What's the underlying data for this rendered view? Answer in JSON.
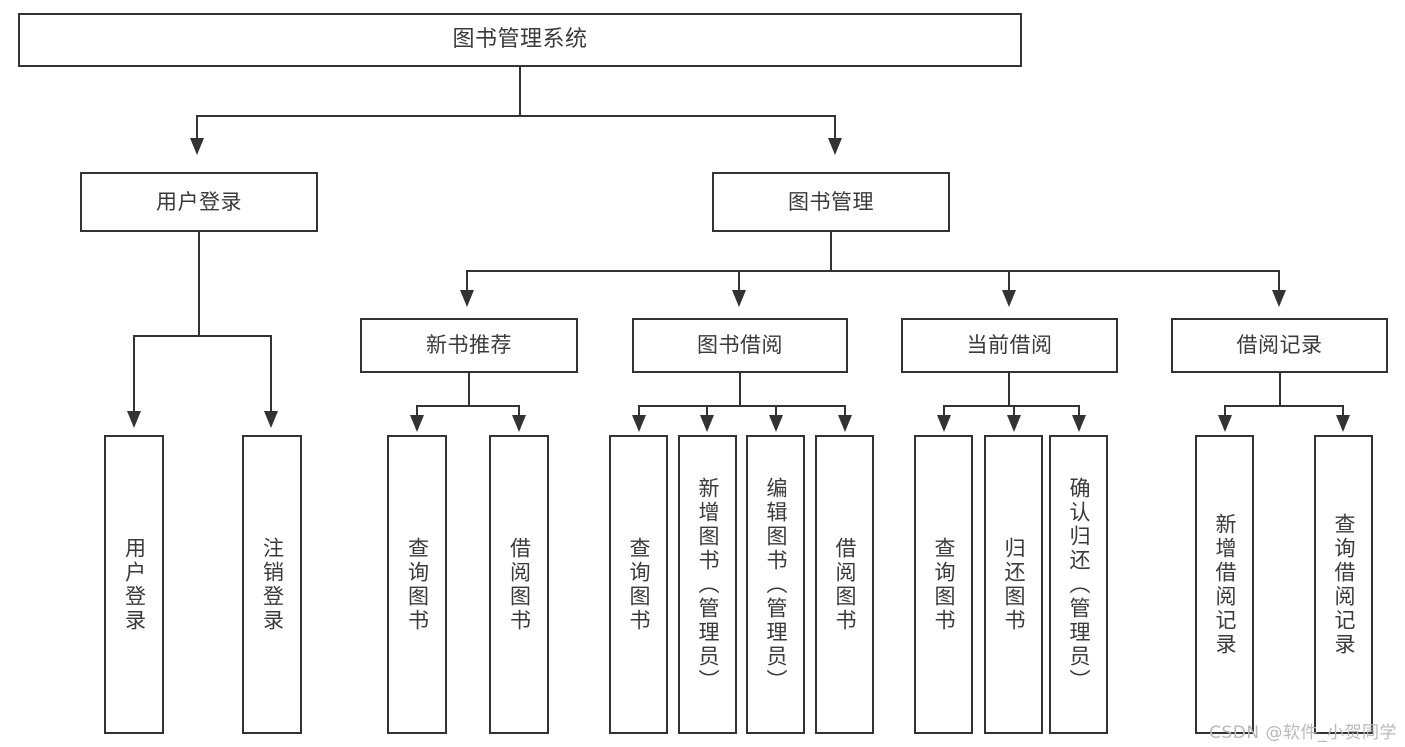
{
  "diagram": {
    "title": "图书管理系统",
    "type": "tree",
    "watermark": "CSDN @软件_小贺同学"
  },
  "root": {
    "label": "图书管理系统"
  },
  "level2": [
    {
      "label": "用户登录"
    },
    {
      "label": "图书管理"
    }
  ],
  "level3": [
    {
      "label": "新书推荐"
    },
    {
      "label": "图书借阅"
    },
    {
      "label": "当前借阅"
    },
    {
      "label": "借阅记录"
    }
  ],
  "leaves": {
    "user_login": [
      {
        "label": "用户登录"
      },
      {
        "label": "注销登录"
      }
    ],
    "new_book": [
      {
        "label": "查询图书"
      },
      {
        "label": "借阅图书"
      }
    ],
    "book_borrow": [
      {
        "label": "查询图书"
      },
      {
        "label": "新增图书（管理员）"
      },
      {
        "label": "编辑图书（管理员）"
      },
      {
        "label": "借阅图书"
      }
    ],
    "current_borrow": [
      {
        "label": "查询图书"
      },
      {
        "label": "归还图书"
      },
      {
        "label": "确认归还（管理员）"
      }
    ],
    "borrow_record": [
      {
        "label": "新增借阅记录"
      },
      {
        "label": "查询借阅记录"
      }
    ]
  },
  "colors": {
    "stroke": "#333333",
    "fill": "#ffffff",
    "text": "#3a3a3a",
    "watermark": "#b9b9b9"
  }
}
